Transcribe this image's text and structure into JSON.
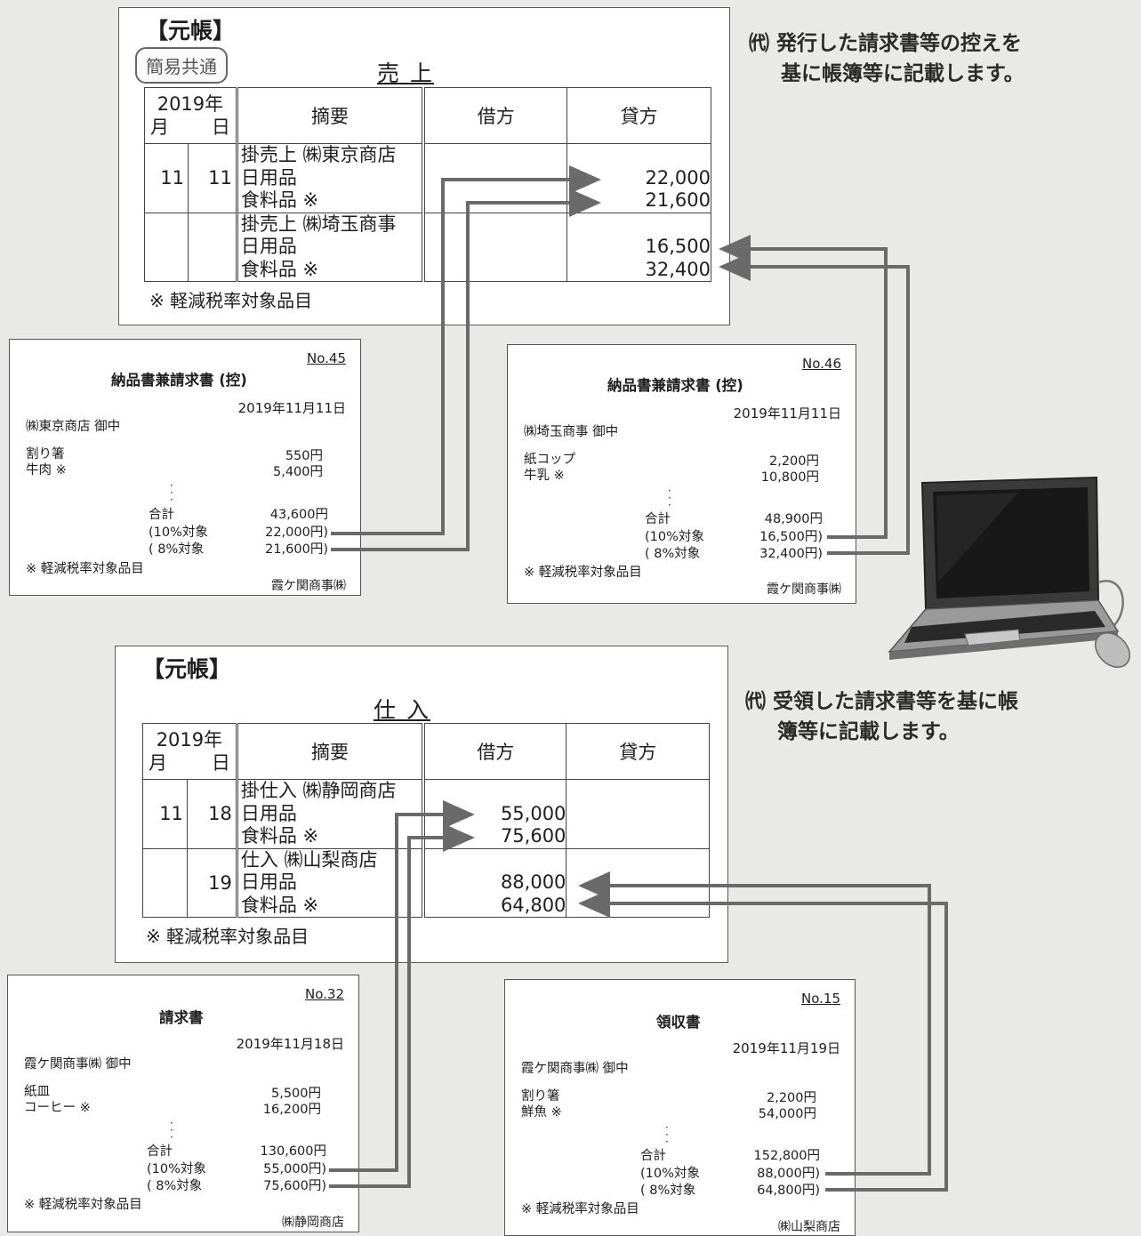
{
  "sales_ledger": {
    "header": "【元帳】",
    "badge": "簡易共通",
    "account": "売 上",
    "col_year": "2019年",
    "col_month": "月",
    "col_day": "日",
    "col_summary": "摘要",
    "col_debit": "借方",
    "col_credit": "貸方",
    "rows": [
      {
        "month": "11",
        "day": "11",
        "lines": [
          "掛売上 ㈱東京商店",
          "日用品",
          "食料品 ※"
        ],
        "debit": [
          "",
          "",
          ""
        ],
        "credit": [
          "",
          "22,000",
          "21,600"
        ]
      },
      {
        "month": "",
        "day": "",
        "lines": [
          "掛売上 ㈱埼玉商事",
          "日用品",
          "食料品 ※"
        ],
        "debit": [
          "",
          "",
          ""
        ],
        "credit": [
          "",
          "16,500",
          "32,400"
        ]
      }
    ],
    "footnote": "※ 軽減税率対象品目"
  },
  "purchase_ledger": {
    "header": "【元帳】",
    "account": "仕 入",
    "col_year": "2019年",
    "col_month": "月",
    "col_day": "日",
    "col_summary": "摘要",
    "col_debit": "借方",
    "col_credit": "貸方",
    "rows": [
      {
        "month": "11",
        "day": "18",
        "lines": [
          "掛仕入 ㈱静岡商店",
          "日用品",
          "食料品 ※"
        ],
        "debit": [
          "",
          "55,000",
          "75,600"
        ],
        "credit": [
          "",
          "",
          ""
        ]
      },
      {
        "month": "",
        "day": "19",
        "lines": [
          "仕入 ㈱山梨商店",
          "日用品",
          "食料品 ※"
        ],
        "debit": [
          "",
          "88,000",
          "64,800"
        ],
        "credit": [
          "",
          "",
          ""
        ]
      }
    ],
    "footnote": "※ 軽減税率対象品目"
  },
  "memo_top": [
    "㈹ 発行した請求書等の控えを",
    "基に帳簿等に記載します。"
  ],
  "memo_bottom": [
    "㈹ 受領した請求書等を基に帳",
    "簿等に記載します。"
  ],
  "docs": [
    {
      "no": "No.45",
      "title": "納品書兼請求書 (控)",
      "date": "2019年11月11日",
      "to": "㈱東京商店 御中",
      "items": [
        "割り箸",
        "牛肉 ※"
      ],
      "amounts": [
        "550円",
        "5,400円"
      ],
      "total_labels": [
        "合計",
        "(10%対象",
        "( 8%対象"
      ],
      "total_values": [
        "43,600円",
        "22,000円)",
        "21,600円)"
      ],
      "footnote": "※ 軽減税率対象品目",
      "issuer": "霞ケ関商事㈱"
    },
    {
      "no": "No.46",
      "title": "納品書兼請求書 (控)",
      "date": "2019年11月11日",
      "to": "㈱埼玉商事 御中",
      "items": [
        "紙コップ",
        "牛乳 ※"
      ],
      "amounts": [
        "2,200円",
        "10,800円"
      ],
      "total_labels": [
        "合計",
        "(10%対象",
        "( 8%対象"
      ],
      "total_values": [
        "48,900円",
        "16,500円)",
        "32,400円)"
      ],
      "footnote": "※ 軽減税率対象品目",
      "issuer": "霞ケ関商事㈱"
    },
    {
      "no": "No.32",
      "title": "請求書",
      "date": "2019年11月18日",
      "to": "霞ケ関商事㈱ 御中",
      "items": [
        "紙皿",
        "コーヒー ※"
      ],
      "amounts": [
        "5,500円",
        "16,200円"
      ],
      "total_labels": [
        "合計",
        "(10%対象",
        "( 8%対象"
      ],
      "total_values": [
        "130,600円",
        "55,000円)",
        "75,600円)"
      ],
      "footnote": "※ 軽減税率対象品目",
      "issuer": "㈱静岡商店"
    },
    {
      "no": "No.15",
      "title": "領収書",
      "date": "2019年11月19日",
      "to": "霞ケ関商事㈱ 御中",
      "items": [
        "割り箸",
        "鮮魚 ※"
      ],
      "amounts": [
        "2,200円",
        "54,000円"
      ],
      "total_labels": [
        "合計",
        "(10%対象",
        "( 8%対象"
      ],
      "total_values": [
        "152,800円",
        "88,000円)",
        "64,800円)"
      ],
      "footnote": "※ 軽減税率対象品目",
      "issuer": "㈱山梨商店"
    }
  ],
  "colors": {
    "arrow": "#6a6a6a",
    "panel_border": "#5a5a5a"
  },
  "icons": [
    "laptop-icon",
    "mouse-icon"
  ]
}
